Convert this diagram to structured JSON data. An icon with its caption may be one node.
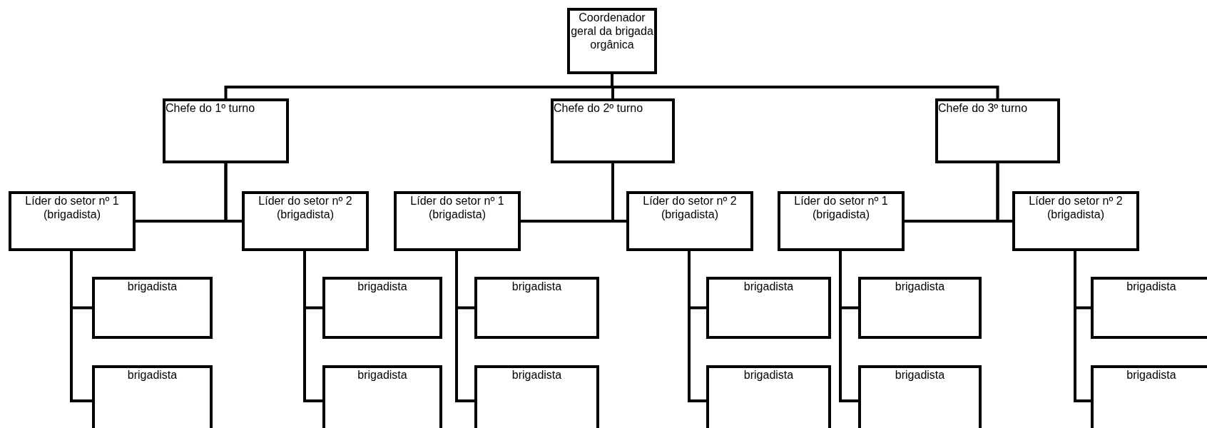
{
  "diagram": {
    "nodes": [
      {
        "text": [
          "Coordenador geral da brigada orgânica"
        ]
      },
      {
        "text": [
          "Chefe do 1º turno"
        ]
      },
      {
        "text": [
          "Chefe do 2º turno"
        ]
      },
      {
        "text": [
          "Chefe do 3º turno"
        ]
      },
      {
        "text": [
          "Líder do setor nº 1 (brigadista)"
        ]
      },
      {
        "text": [
          "Líder do setor nº 2 (brigadista)"
        ]
      },
      {
        "text": [
          "Líder do setor nº 1 (brigadista)"
        ]
      },
      {
        "text": [
          "Líder do setor nº 2 (brigadista)"
        ]
      },
      {
        "text": [
          "Líder do setor nº 1 (brigadista)"
        ]
      },
      {
        "text": [
          "Líder do setor nº 2 (brigadista)"
        ]
      },
      {
        "text": [
          "brigadista"
        ]
      },
      {
        "text": [
          "brigadista"
        ]
      },
      {
        "text": [
          "brigadista"
        ]
      },
      {
        "text": [
          "brigadista"
        ]
      },
      {
        "text": [
          "brigadista"
        ]
      },
      {
        "text": [
          "brigadista"
        ]
      },
      {
        "text": [
          "brigadista"
        ]
      },
      {
        "text": [
          "brigadista"
        ]
      },
      {
        "text": [
          "brigadista"
        ]
      },
      {
        "text": [
          "brigadista"
        ]
      },
      {
        "text": [
          "brigadista"
        ]
      },
      {
        "text": [
          "brigadista"
        ]
      }
    ],
    "edges": [
      {
        "from": 0,
        "to": 1,
        "arrow": "none"
      },
      {
        "from": 0,
        "to": 2,
        "arrow": "none"
      },
      {
        "from": 0,
        "to": 3,
        "arrow": "none"
      },
      {
        "from": 1,
        "to": 4,
        "arrow": "none"
      },
      {
        "from": 1,
        "to": 5,
        "arrow": "none"
      },
      {
        "from": 2,
        "to": 6,
        "arrow": "none"
      },
      {
        "from": 2,
        "to": 7,
        "arrow": "none"
      },
      {
        "from": 3,
        "to": 8,
        "arrow": "none"
      },
      {
        "from": 3,
        "to": 9,
        "arrow": "none"
      },
      {
        "from": 4,
        "to": 10,
        "arrow": "none"
      },
      {
        "from": 4,
        "to": 16,
        "arrow": "none"
      },
      {
        "from": 5,
        "to": 11,
        "arrow": "none"
      },
      {
        "from": 5,
        "to": 17,
        "arrow": "none"
      },
      {
        "from": 6,
        "to": 12,
        "arrow": "none"
      },
      {
        "from": 6,
        "to": 18,
        "arrow": "none"
      },
      {
        "from": 7,
        "to": 13,
        "arrow": "none"
      },
      {
        "from": 7,
        "to": 19,
        "arrow": "none"
      },
      {
        "from": 8,
        "to": 14,
        "arrow": "none"
      },
      {
        "from": 8,
        "to": 20,
        "arrow": "none"
      },
      {
        "from": 9,
        "to": 15,
        "arrow": "none"
      },
      {
        "from": 9,
        "to": 21,
        "arrow": "none"
      }
    ]
  }
}
